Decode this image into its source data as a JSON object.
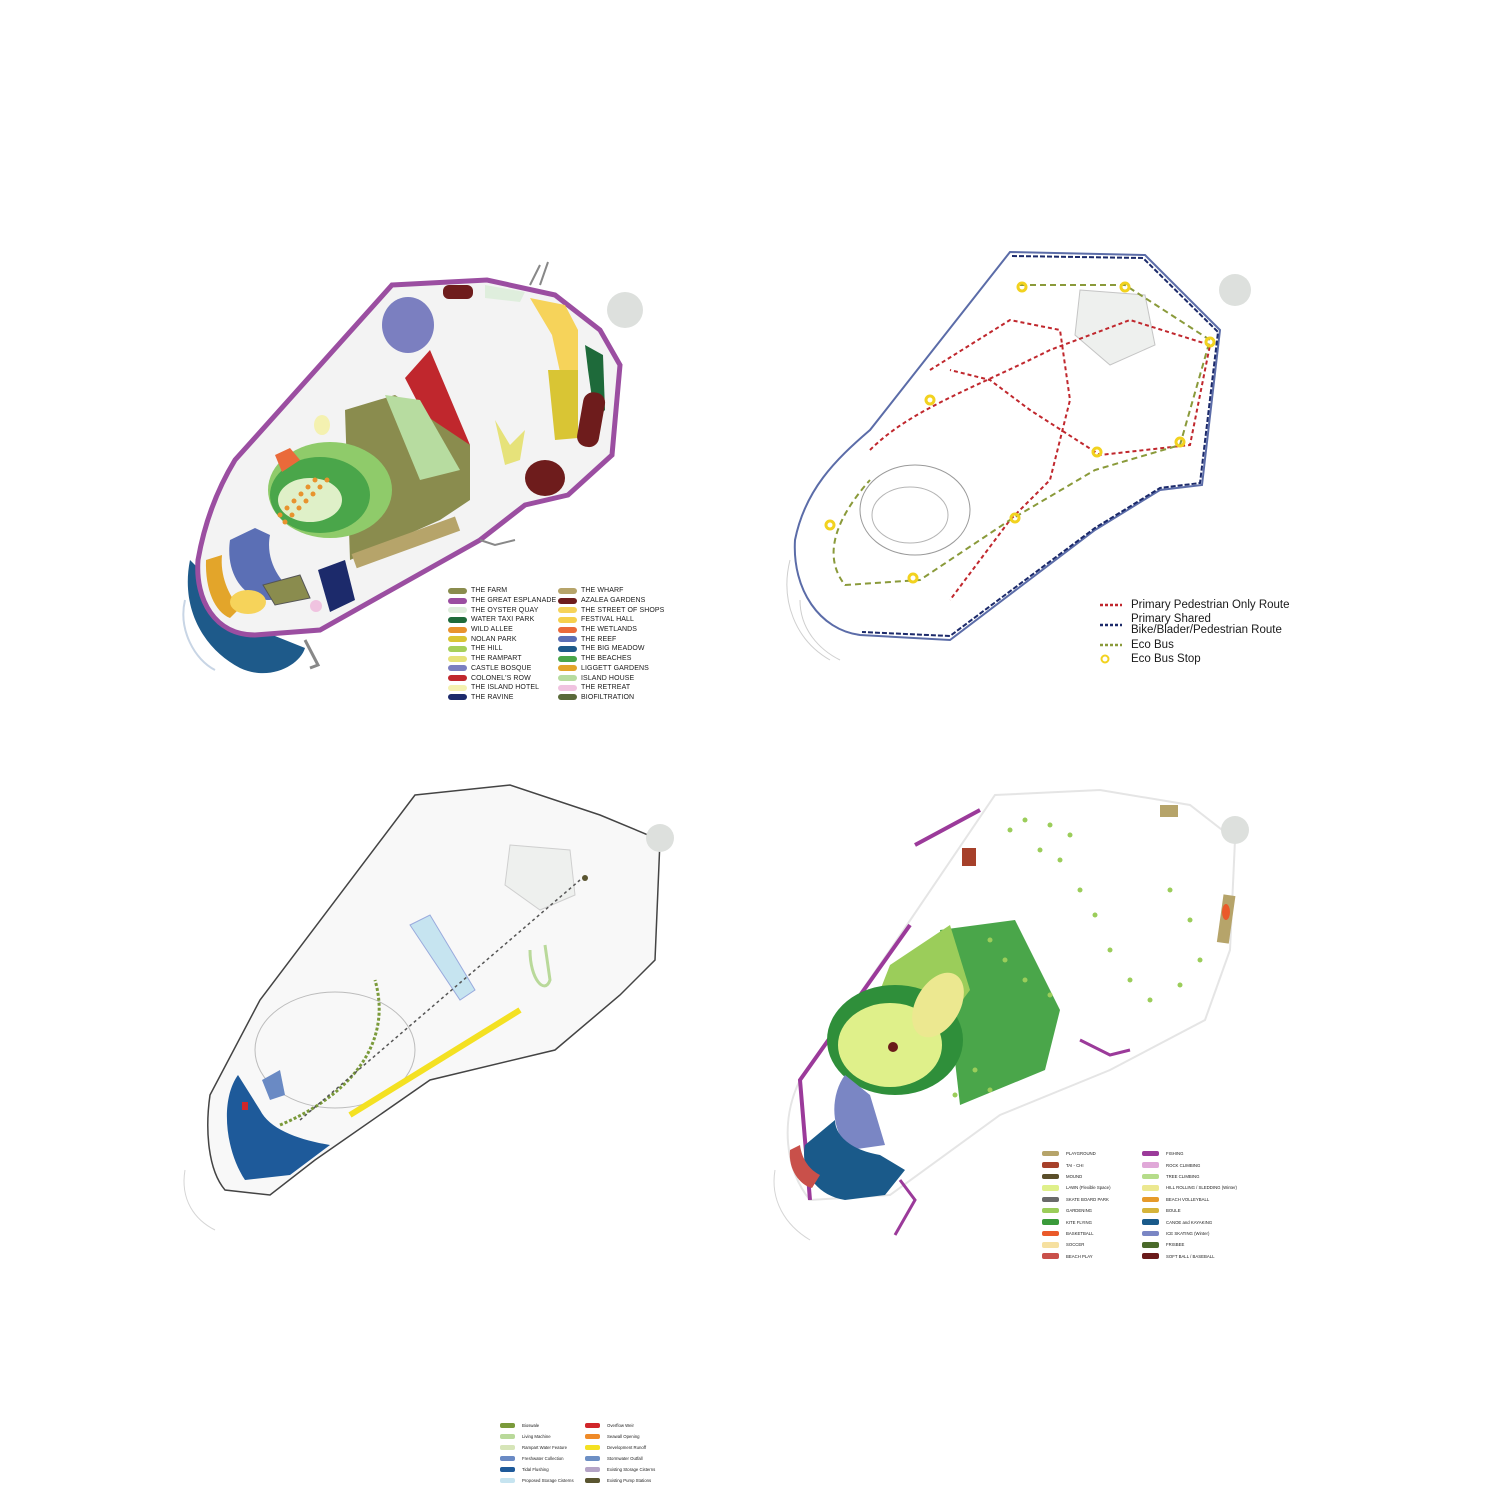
{
  "panels": {
    "land_use": {
      "legend_left": [
        {
          "label": "THE FARM",
          "color": "#8a8c4e"
        },
        {
          "label": "THE GREAT ESPLANADE",
          "color": "#9b4ea1"
        },
        {
          "label": "THE OYSTER QUAY",
          "color": "#dfeedd"
        },
        {
          "label": "WATER TAXI PARK",
          "color": "#1e6a3a"
        },
        {
          "label": "WILD ALLEE",
          "color": "#e8932e"
        },
        {
          "label": "NOLAN PARK",
          "color": "#d9c534"
        },
        {
          "label": "THE HILL",
          "color": "#a6cf5a"
        },
        {
          "label": "THE RAMPART",
          "color": "#e6e27a"
        },
        {
          "label": "CASTLE BOSQUE",
          "color": "#7b7fc0"
        },
        {
          "label": "COLONEL'S ROW",
          "color": "#c0272d"
        },
        {
          "label": "THE ISLAND HOTEL",
          "color": "#f4f1b0"
        },
        {
          "label": "THE RAVINE",
          "color": "#1c2a6b"
        }
      ],
      "legend_right": [
        {
          "label": "THE WHARF",
          "color": "#b6a46a"
        },
        {
          "label": "AZALEA GARDENS",
          "color": "#6e1c1c"
        },
        {
          "label": "THE STREET OF SHOPS",
          "color": "#f6d35a"
        },
        {
          "label": "FESTIVAL HALL",
          "color": "#f6d04d"
        },
        {
          "label": "THE WETLANDS",
          "color": "#ea6a3a"
        },
        {
          "label": "THE REEF",
          "color": "#5b6fb5"
        },
        {
          "label": "THE BIG MEADOW",
          "color": "#1e5a8a"
        },
        {
          "label": "THE BEACHES",
          "color": "#4aa64a"
        },
        {
          "label": "LIGGETT GARDENS",
          "color": "#e3a52a"
        },
        {
          "label": "ISLAND HOUSE",
          "color": "#b7dca0"
        },
        {
          "label": "THE RETREAT",
          "color": "#f0c3e0"
        },
        {
          "label": "BIOFILTRATION",
          "color": "#5a6a3a"
        }
      ]
    },
    "circulation": {
      "legend": [
        {
          "label": "Primary Pedestrian Only Route",
          "style": "dashed-red",
          "color": "#c0272d"
        },
        {
          "label": "Primary Shared",
          "label2": "Bike/Blader/Pedestrian Route",
          "style": "dashed-blue",
          "color": "#1c2a6b"
        },
        {
          "label": "Eco Bus",
          "style": "dashed-olive",
          "color": "#8a9a3a"
        },
        {
          "label": "Eco Bus Stop",
          "style": "ring-yellow",
          "color": "#f2d21f"
        }
      ]
    },
    "water": {
      "legend_left": [
        {
          "label": "Bioswale",
          "color": "#7a9a3a"
        },
        {
          "label": "Living Machine",
          "color": "#b9d99a"
        },
        {
          "label": "Rampart Water Feature",
          "color": "#d6e5b8"
        },
        {
          "label": "Freshwater Collection",
          "color": "#6a8ac4"
        },
        {
          "label": "Tidal Flushing",
          "color": "#1e5a9a"
        },
        {
          "label": "Proposed Storage Cisterns",
          "color": "#c6e4f0"
        }
      ],
      "legend_right": [
        {
          "label": "Overflow Weir",
          "color": "#d0262a"
        },
        {
          "label": "Seawall Opening",
          "color": "#ef8a28"
        },
        {
          "label": "Development Runoff",
          "color": "#f4e122"
        },
        {
          "label": "Stormwater Outfall",
          "color": "#6d8fc4"
        },
        {
          "label": "Existing Storage Cisterns",
          "color": "#b5a4c6"
        },
        {
          "label": "Existing Pump Stations",
          "color": "#5a5530"
        }
      ]
    },
    "program": {
      "legend_left": [
        {
          "label": "PLAYGROUND",
          "color": "#b6a46a"
        },
        {
          "label": "TAI - CHI",
          "color": "#a6402a"
        },
        {
          "label": "MOUND",
          "color": "#5a4e2a"
        },
        {
          "label": "LAWN (Flexible Space)",
          "color": "#dff08a"
        },
        {
          "label": "SKATE BOARD PARK",
          "color": "#6a6a6a"
        },
        {
          "label": "GARDENING",
          "color": "#9bcd5a"
        },
        {
          "label": "KITE FLYING",
          "color": "#3a9a3a"
        },
        {
          "label": "BASKETBALL",
          "color": "#ea5a2a"
        },
        {
          "label": "SOCCER",
          "color": "#f6e0a0"
        },
        {
          "label": "BEACH PLAY",
          "color": "#c9504a"
        }
      ],
      "legend_right": [
        {
          "label": "FISHING",
          "color": "#9b3a9a"
        },
        {
          "label": "ROCK CLIMBING",
          "color": "#e0a8d8"
        },
        {
          "label": "TREE CLIMBING",
          "color": "#b5dc8a"
        },
        {
          "label": "HILL ROLLING / SLEDDING (Winter)",
          "color": "#ece890"
        },
        {
          "label": "BEACH VOLLEYBALL",
          "color": "#e69a2a"
        },
        {
          "label": "BOULE",
          "color": "#d6b43a"
        },
        {
          "label": "CANOE and KAYAKING",
          "color": "#1a5a8a"
        },
        {
          "label": "ICE SKATING (Winter)",
          "color": "#7a86c4"
        },
        {
          "label": "FRISBEE",
          "color": "#4a6a2a"
        },
        {
          "label": "SOFT BALL / BASEBALL",
          "color": "#6a1a1a"
        }
      ]
    }
  }
}
